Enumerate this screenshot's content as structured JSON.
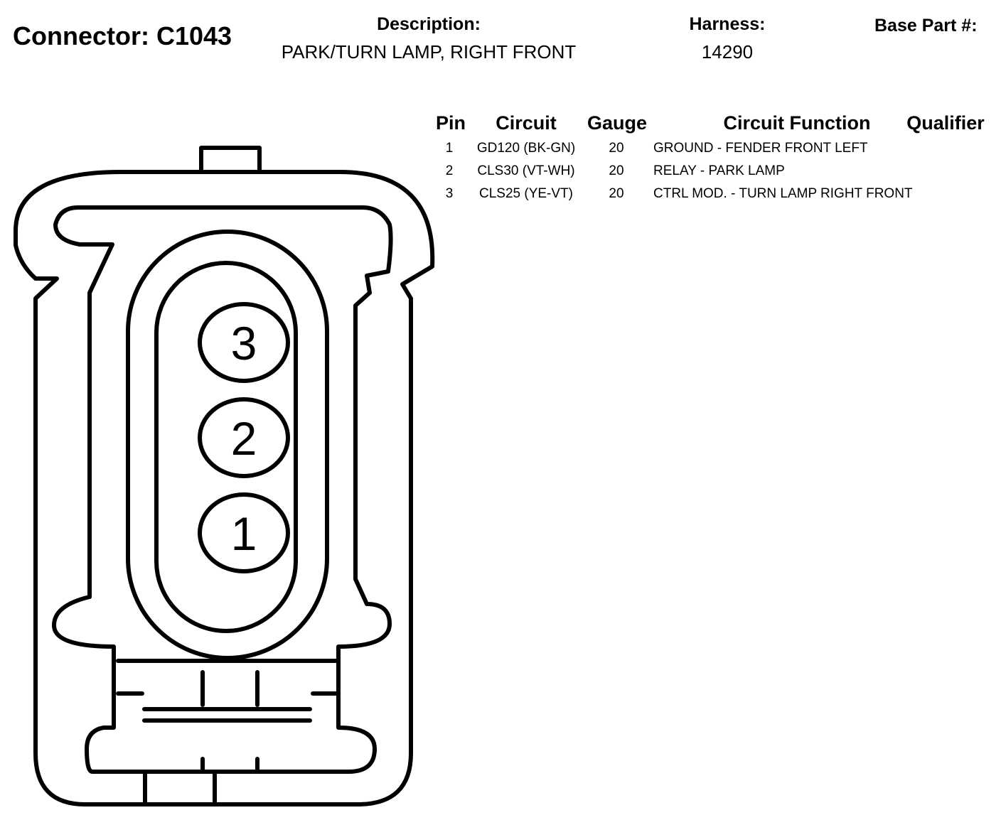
{
  "header": {
    "connector_title": "Connector: C1043",
    "description_label": "Description:",
    "description_value": "PARK/TURN LAMP, RIGHT FRONT",
    "harness_label": "Harness:",
    "harness_value": "14290",
    "base_part_label": "Base Part #:"
  },
  "table": {
    "columns": [
      "Pin",
      "Circuit",
      "Gauge",
      "Circuit Function",
      "Qualifier"
    ],
    "rows": [
      {
        "pin": "1",
        "circuit": "GD120 (BK-GN)",
        "gauge": "20",
        "function": "GROUND - FENDER FRONT LEFT",
        "qualifier": ""
      },
      {
        "pin": "2",
        "circuit": "CLS30 (VT-WH)",
        "gauge": "20",
        "function": "RELAY - PARK LAMP",
        "qualifier": ""
      },
      {
        "pin": "3",
        "circuit": "CLS25 (YE-VT)",
        "gauge": "20",
        "function": "CTRL MOD. - TURN LAMP RIGHT FRONT",
        "qualifier": ""
      }
    ]
  },
  "diagram": {
    "pin_labels": [
      "3",
      "2",
      "1"
    ]
  }
}
